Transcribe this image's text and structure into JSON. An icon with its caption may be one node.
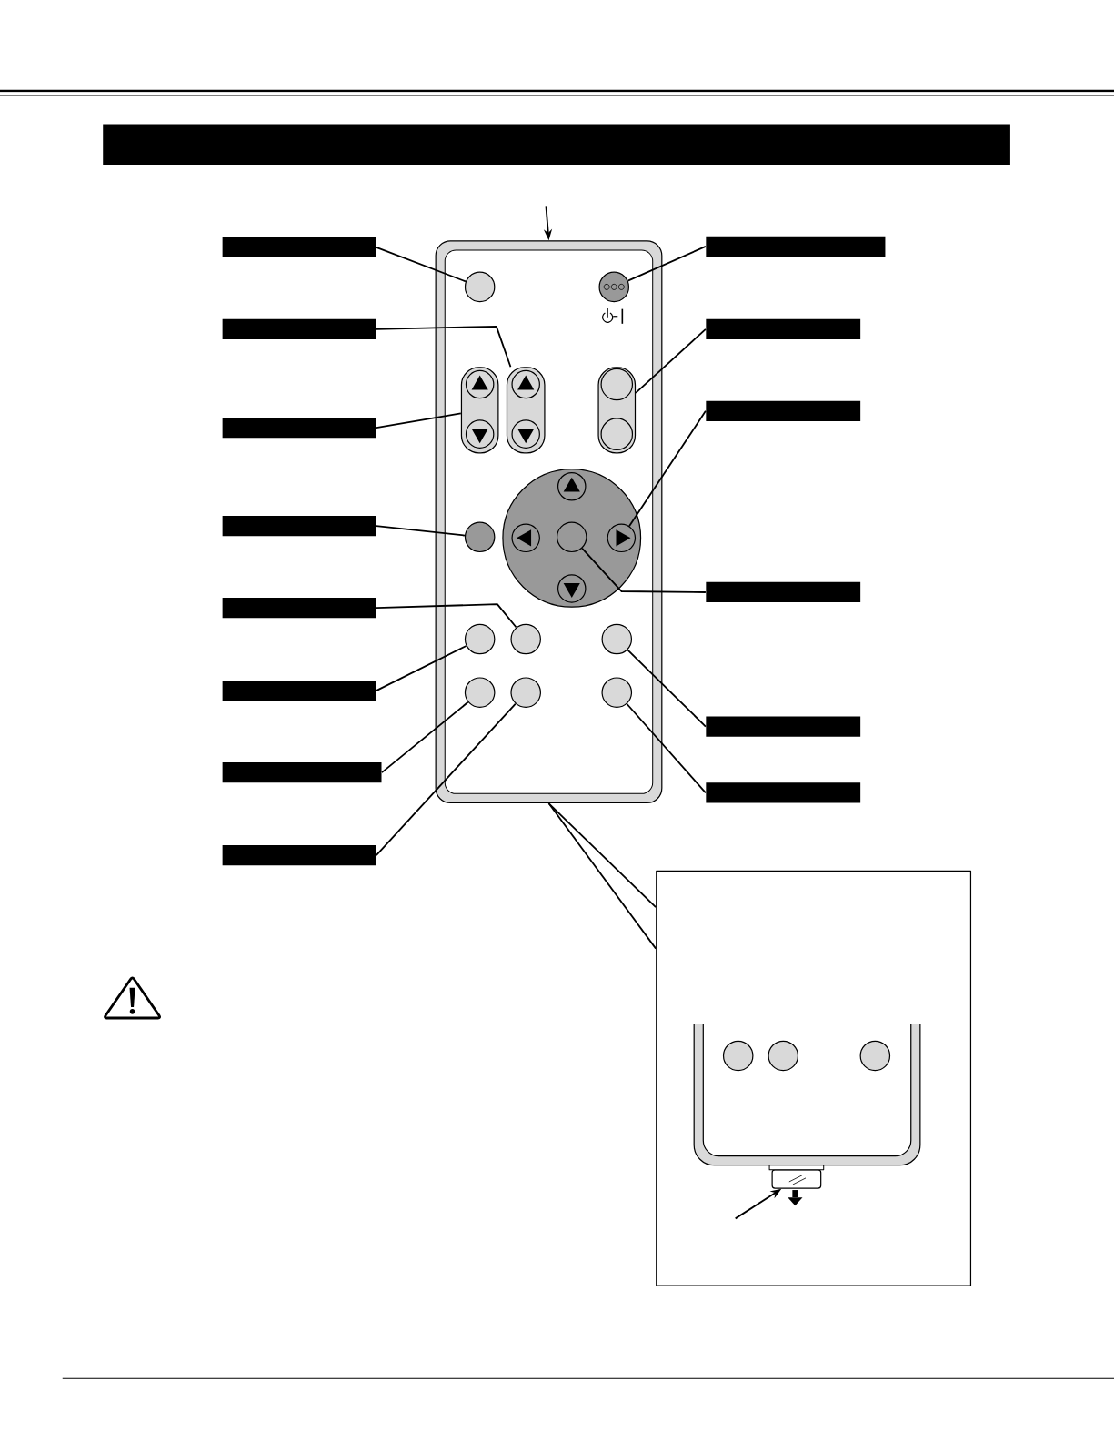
{
  "diagram": {
    "nodes": [
      {
        "text": [],
        "shape": "box"
      },
      {
        "text": [],
        "shape": "bar"
      },
      {
        "text": [],
        "shape": "bar"
      },
      {
        "text": [],
        "shape": "circle",
        "in": 0
      },
      {
        "text": [],
        "shape": "circle",
        "in": 0
      },
      {
        "text": [],
        "shape": "bar"
      },
      {
        "text": [],
        "shape": "bar"
      },
      {
        "text": [],
        "shape": "box",
        "in": 0
      },
      {
        "text": [],
        "shape": "circle",
        "in": 7
      },
      {
        "text": [],
        "shape": "circle",
        "in": 7
      },
      {
        "text": [],
        "shape": "box",
        "in": 0
      },
      {
        "text": [],
        "shape": "circle",
        "in": 10
      },
      {
        "text": [],
        "shape": "circle",
        "in": 10
      },
      {
        "text": [],
        "shape": "box",
        "in": 0
      },
      {
        "text": [],
        "shape": "circle",
        "in": 13
      },
      {
        "text": [],
        "shape": "circle",
        "in": 13
      },
      {
        "text": [],
        "shape": "bar"
      },
      {
        "text": [],
        "shape": "bar"
      },
      {
        "text": [],
        "shape": "circle",
        "in": 0
      },
      {
        "text": [],
        "shape": "circle",
        "in": 18
      },
      {
        "text": [],
        "shape": "bar"
      },
      {
        "text": [],
        "shape": "circle",
        "in": 0
      },
      {
        "text": [],
        "shape": "circle",
        "in": 18
      },
      {
        "text": [],
        "shape": "circle",
        "in": 18
      },
      {
        "text": [],
        "shape": "circle",
        "in": 18
      },
      {
        "text": [],
        "shape": "circle",
        "in": 18
      },
      {
        "text": [],
        "shape": "bar"
      },
      {
        "text": [],
        "shape": "bar"
      },
      {
        "text": [],
        "shape": "circle",
        "in": 0
      },
      {
        "text": [],
        "shape": "circle",
        "in": 0
      },
      {
        "text": [],
        "shape": "circle",
        "in": 0
      },
      {
        "text": [],
        "shape": "bar"
      },
      {
        "text": [],
        "shape": "circle",
        "in": 0
      },
      {
        "text": [],
        "shape": "circle",
        "in": 0
      },
      {
        "text": [],
        "shape": "circle",
        "in": 0
      },
      {
        "text": [],
        "shape": "bar"
      },
      {
        "text": [],
        "shape": "bar"
      },
      {
        "text": [],
        "shape": "bar"
      },
      {
        "text": [],
        "shape": "bar"
      },
      {
        "text": [],
        "shape": "box"
      },
      {
        "text": [],
        "shape": "box",
        "in": 39
      },
      {
        "text": [],
        "shape": "bar"
      }
    ],
    "edges": [
      {
        "from": null,
        "to": 0,
        "arrow": "to"
      },
      {
        "from": 1,
        "to": 3,
        "arrow": "none"
      },
      {
        "from": 2,
        "to": 4,
        "arrow": "none"
      },
      {
        "from": 5,
        "to": 10,
        "arrow": "none"
      },
      {
        "from": 17,
        "to": 7,
        "arrow": "none"
      },
      {
        "from": 6,
        "to": 13,
        "arrow": "none"
      },
      {
        "from": 16,
        "to": 24,
        "arrow": "none"
      },
      {
        "from": 20,
        "to": 21,
        "arrow": "none"
      },
      {
        "from": 26,
        "to": 23,
        "arrow": "none"
      },
      {
        "from": 27,
        "to": 29,
        "arrow": "none"
      },
      {
        "from": 31,
        "to": 28,
        "arrow": "none"
      },
      {
        "from": 36,
        "to": 32,
        "arrow": "none"
      },
      {
        "from": 38,
        "to": 33,
        "arrow": "none"
      },
      {
        "from": 35,
        "to": 30,
        "arrow": "none"
      },
      {
        "from": 37,
        "to": 34,
        "arrow": "none"
      },
      {
        "from": 0,
        "to": 39,
        "arrow": "none"
      },
      {
        "from": 0,
        "to": 39,
        "arrow": "none"
      },
      {
        "from": null,
        "to": 40,
        "arrow": "to"
      }
    ]
  }
}
